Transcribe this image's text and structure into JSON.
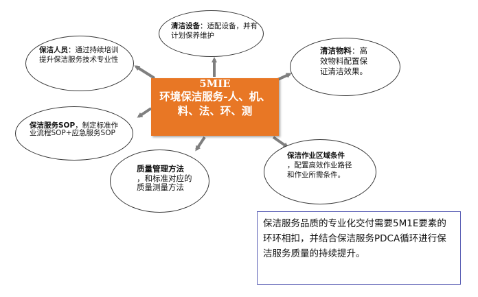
{
  "center": {
    "code": "5MIE",
    "title": "环境保洁服务-人、机、料、法、环、测"
  },
  "nodes": {
    "equipment": {
      "label": "清洁设备",
      "sep": "：",
      "desc": "适配设备，并有计划保养维护"
    },
    "materials": {
      "label": "清洁物料",
      "sep": "：",
      "desc": "高效物料配置保证清洁效果。"
    },
    "personnel": {
      "label": "保洁人员",
      "sep": "：",
      "desc": "通过持续培训提升保洁服务技术专业性"
    },
    "sop": {
      "label": "保洁服务SOP",
      "sep": "，",
      "desc": "制定标准作业流程SOP+应急服务SOP"
    },
    "quality": {
      "label": "质量管理方法",
      "sep": "",
      "desc": "，和标准对应的质量测量方法"
    },
    "environment": {
      "label": "保洁作业区域条件",
      "sep": "",
      "desc": "，配置高效作业路径和作业所需条件。"
    }
  },
  "note": {
    "text": "保洁服务品质的专业化交付需要5M1E要素的环环相扣，并结合保洁服务PDCA循环进行保洁服务质量的持续提升。"
  },
  "colors": {
    "center_fill": "#e87725",
    "arrow": "#7f7f7f",
    "note_border": "#5a5fb5"
  }
}
